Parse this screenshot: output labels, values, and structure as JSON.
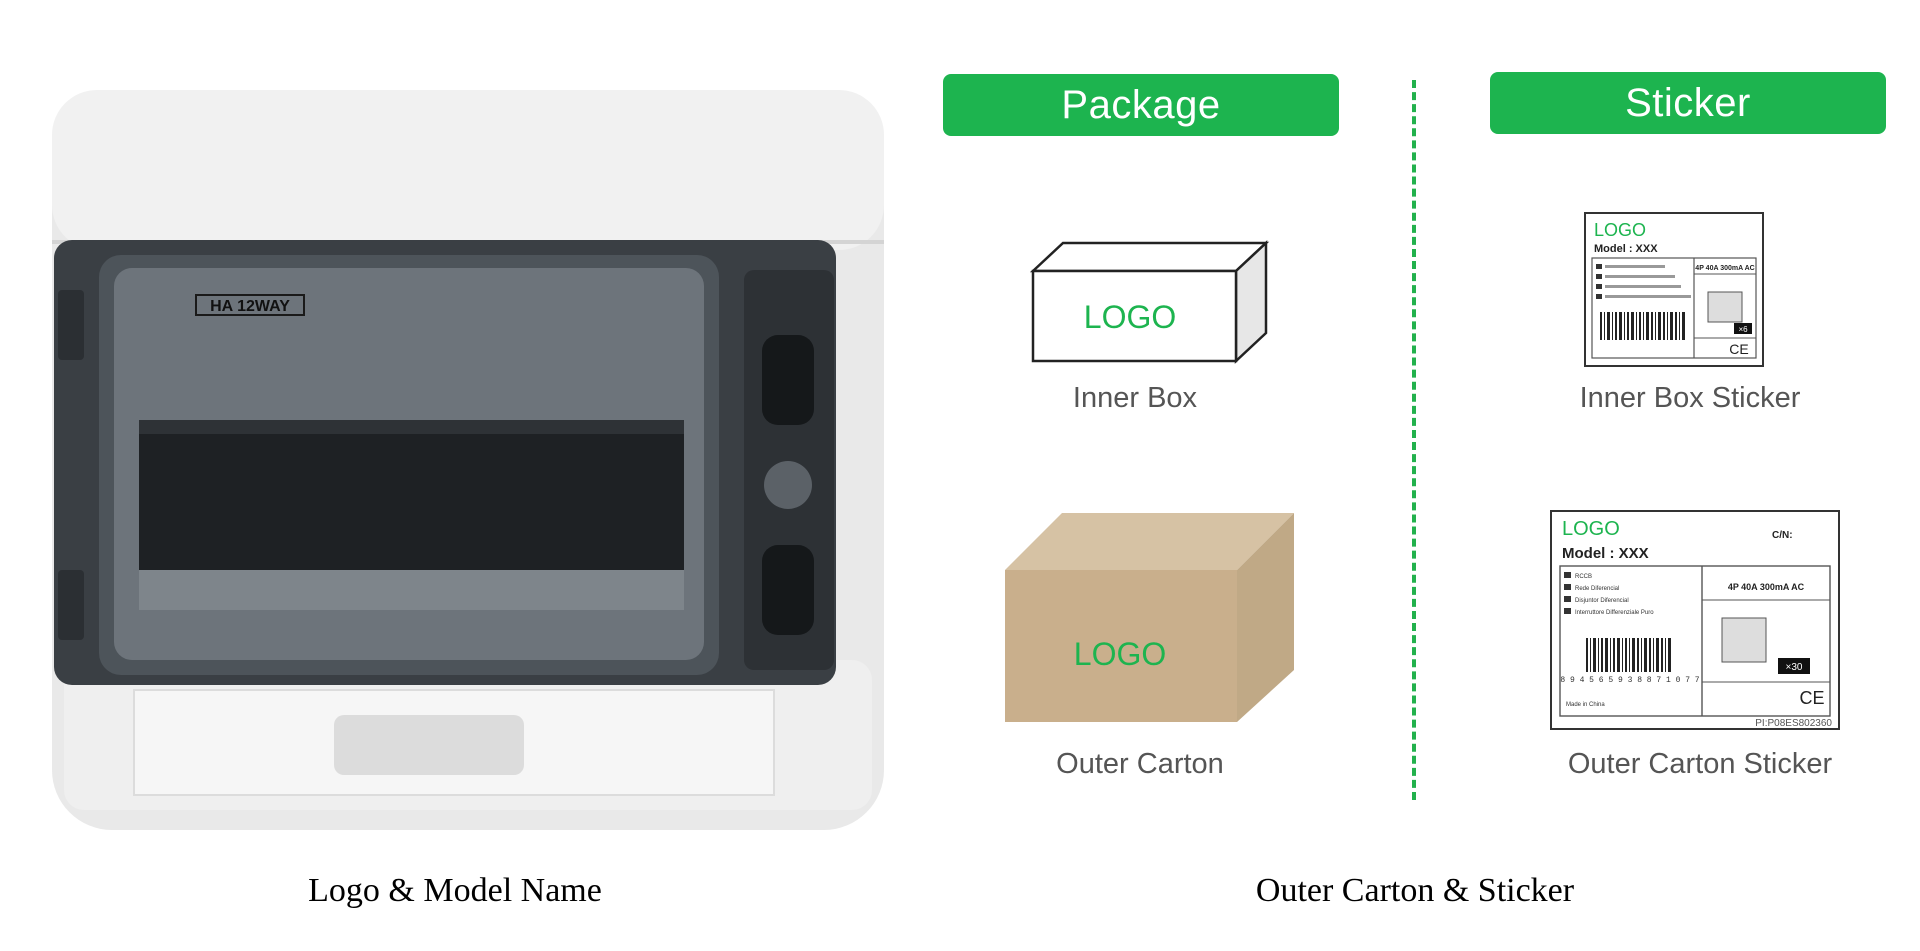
{
  "enclosure": {
    "model_label": "HA 12WAY"
  },
  "package": {
    "title": "Package",
    "inner_box": {
      "logo": "LOGO",
      "caption": "Inner Box"
    },
    "outer_carton": {
      "logo": "LOGO",
      "caption": "Outer Carton"
    }
  },
  "sticker": {
    "title": "Sticker",
    "inner_box_sticker": {
      "logo": "LOGO",
      "model": "Model : XXX",
      "spec": "4P 40A 300mA AC",
      "qty": "×6",
      "ce": "CE",
      "caption": "Inner Box Sticker"
    },
    "outer_carton_sticker": {
      "logo": "LOGO",
      "cn": "C/N:",
      "model": "Model : XXX",
      "lines": [
        "RCCB",
        "Rede Diferencial",
        "Disjuntor Diferencial",
        "Interruttore Differenziale Puro"
      ],
      "spec": "4P 40A 300mA AC",
      "qty": "×30",
      "barcode_digits": "8 9 4 5 6 5 9 3 8 8 7 1 0 7 7",
      "made_in": "Made in China",
      "ce": "CE",
      "pi": "PI:P08ES802360",
      "caption": "Outer Carton Sticker"
    }
  },
  "captions": {
    "left": "Logo & Model Name",
    "right": "Outer Carton & Sticker"
  },
  "colors": {
    "brand_green": "#1db44f",
    "carton_brown": "#c9af8c"
  }
}
